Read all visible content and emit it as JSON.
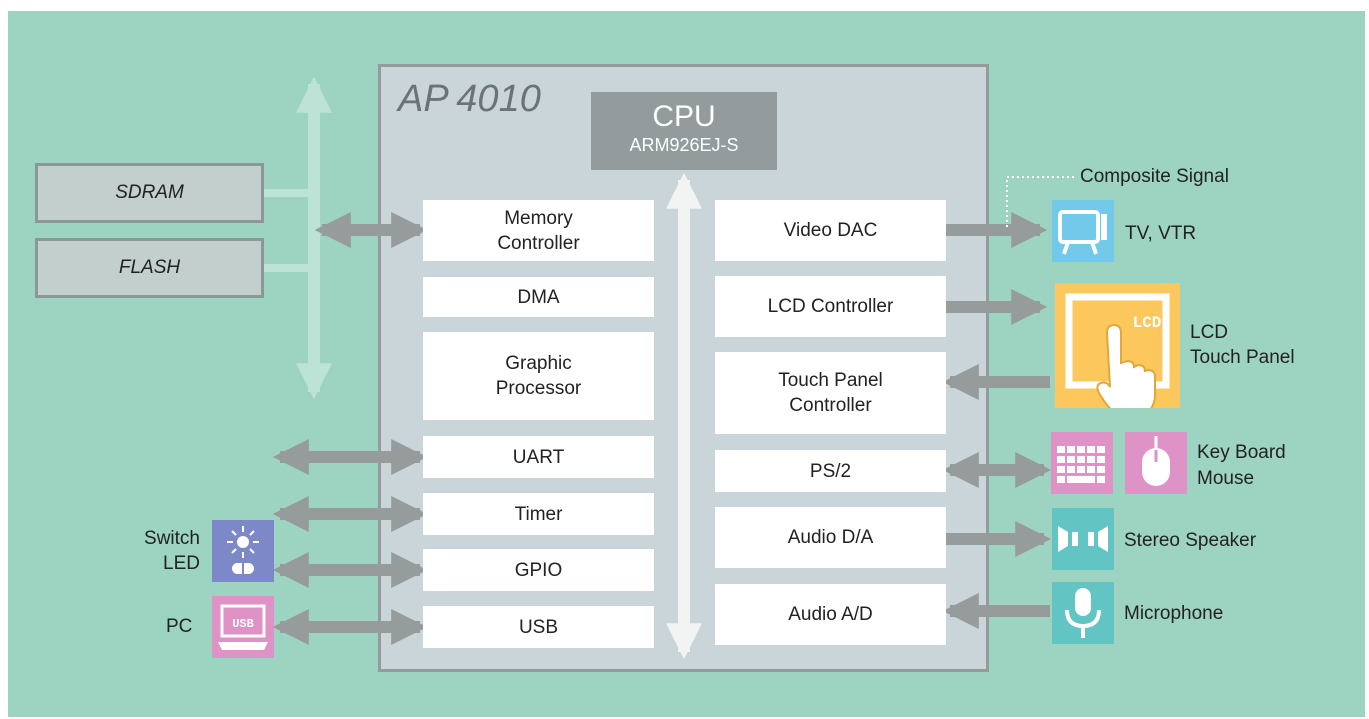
{
  "chip": {
    "title": "AP 4010"
  },
  "cpu": {
    "title": "CPU",
    "subtitle": "ARM926EJ-S"
  },
  "memory": {
    "sdram": "SDRAM",
    "flash": "FLASH"
  },
  "blocks_left": {
    "memory_controller": "Memory\nController",
    "dma": "DMA",
    "graphic_processor": "Graphic\nProcessor",
    "uart": "UART",
    "timer": "Timer",
    "gpio": "GPIO",
    "usb": "USB"
  },
  "blocks_right": {
    "video_dac": "Video DAC",
    "lcd_controller": "LCD Controller",
    "touch_panel_controller": "Touch Panel\nController",
    "ps2": "PS/2",
    "audio_da": "Audio D/A",
    "audio_ad": "Audio A/D"
  },
  "peripherals": {
    "composite_signal": "Composite Signal",
    "tv_vtr": "TV, VTR",
    "lcd_touch_panel": "LCD\nTouch Panel",
    "lcd_icon_text": "LCD",
    "keyboard_mouse": "Key Board\nMouse",
    "stereo_speaker": "Stereo Speaker",
    "microphone": "Microphone",
    "switch_led": "Switch\nLED",
    "pc": "PC",
    "usb_icon_text": "USB"
  },
  "colors": {
    "background": "#9dd4c1",
    "chip": "#c9d5d8",
    "arrow": "#969c9c",
    "bus": "#bde3d6",
    "tv_icon": "#72c9e9",
    "lcd_icon": "#fcc85e",
    "peripheral_pink": "#de92c6",
    "speaker_icon": "#62c4c3",
    "led_icon": "#7d88c9"
  }
}
